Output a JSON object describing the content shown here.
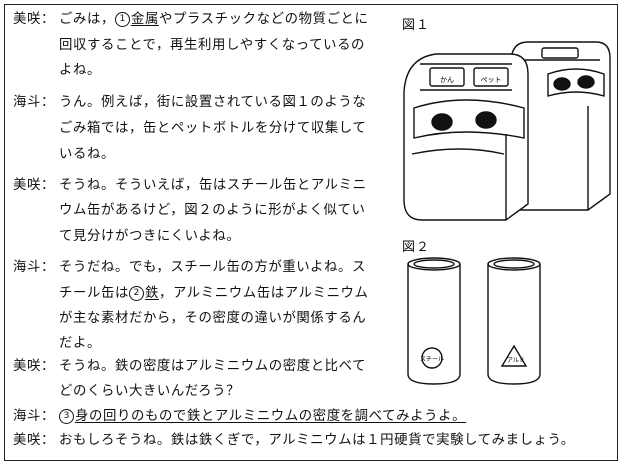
{
  "dialogue": {
    "l1_speaker": "美咲：",
    "l1_a": "ごみは，",
    "l1_mark": "1",
    "l1_u": "金属",
    "l1_b": "やプラスチックなどの物質ごとに",
    "l2": "回収することで，再生利用しやすくなっているの",
    "l3": "よね。",
    "l4_speaker": "海斗：",
    "l4": "うん。例えば，街に設置されている図１のような",
    "l5": "ごみ箱では，缶とペットボトルを分けて収集して",
    "l6": "いるね。",
    "l7_speaker": "美咲：",
    "l7": "そうね。そういえば，缶はスチール缶とアルミニ",
    "l8": "ウム缶があるけど，図２のように形がよく似てい",
    "l9": "て見分けがつきにくいよね。",
    "l10_speaker": "海斗：",
    "l10": "そうだね。でも，スチール缶の方が重いよね。ス",
    "l11_a": "チール缶は",
    "l11_mark": "2",
    "l11_u": "鉄",
    "l11_b": "，アルミニウム缶はアルミニウム",
    "l12": "が主な素材だから，その密度の違いが関係するん",
    "l13": "だよ。",
    "l14_speaker": "美咲：",
    "l14": "そうね。鉄の密度はアルミニウムの密度と比べて",
    "l15": "どのくらい大きいんだろう？",
    "l16_speaker": "海斗：",
    "l16_mark": "3",
    "l16_u": "身の回りのもので鉄とアルミニウムの密度を調べてみようよ。",
    "l17_speaker": "美咲：",
    "l17": "おもしろそうね。鉄は鉄くぎで，アルミニウムは１円硬貨で実験してみましょう。"
  },
  "figures": {
    "fig1_label": "図１",
    "fig2_label": "図２",
    "bin_sign_left": "かん",
    "bin_sign_right": "ペット",
    "can1_mark": "スチール",
    "can2_mark": "アルミ"
  }
}
